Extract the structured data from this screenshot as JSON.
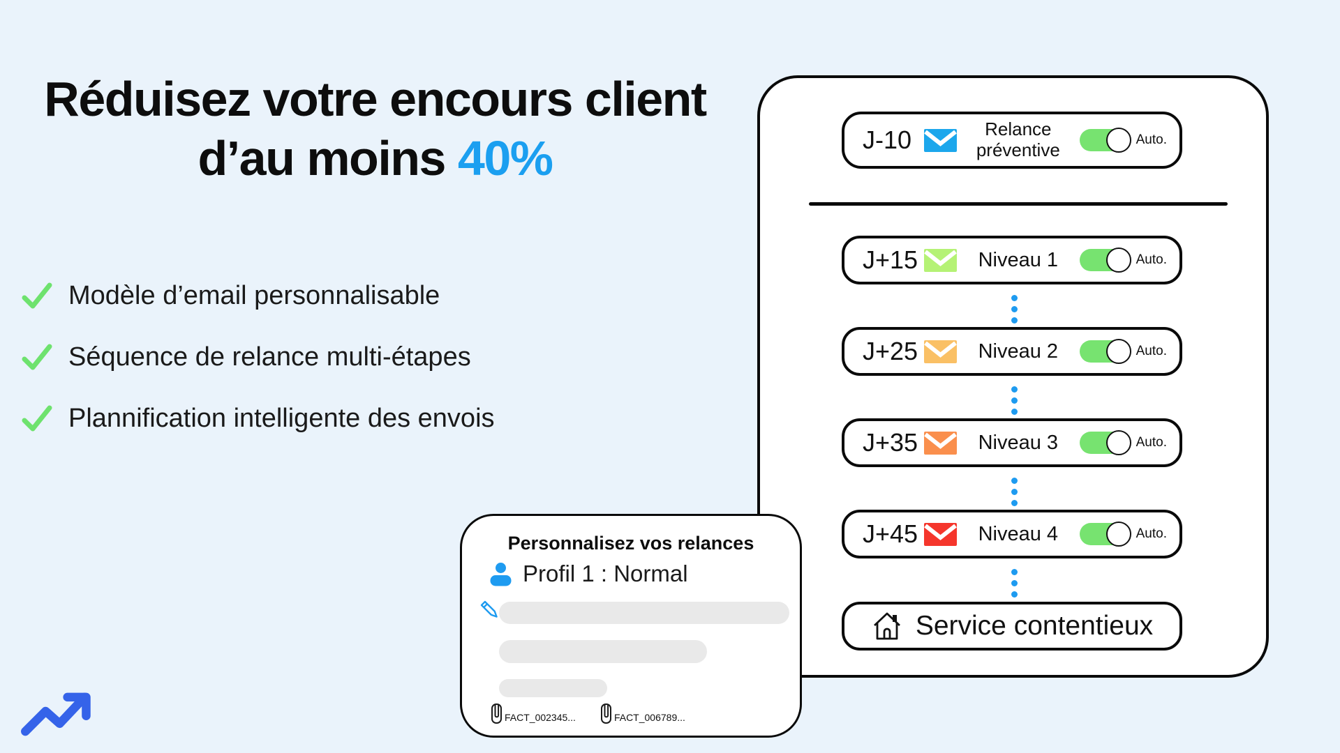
{
  "colors": {
    "background": "#EAF3FB",
    "accent_blue": "#1B9FF0",
    "check_green": "#6EE26E",
    "toggle_green": "#77E370",
    "dot_blue": "#1E9BF0",
    "arrow_blue": "#3563E9",
    "icon_blue": "#1E9BF0",
    "placeholder_gray": "#E9E9E9"
  },
  "headline": {
    "line1": "Réduisez votre encours client",
    "line2_prefix": "d’au moins ",
    "line2_highlight": "40%"
  },
  "features": [
    {
      "label": "Modèle d’email personnalisable"
    },
    {
      "label": "Séquence de relance multi-étapes"
    },
    {
      "label": "Plannification intelligente des envois"
    }
  ],
  "flow_card": {
    "preventive": {
      "day": "J-10",
      "label": "Relance préventive",
      "toggle_label": "Auto.",
      "envelope_color": "#1CA7EC"
    },
    "levels": [
      {
        "day": "J+15",
        "label": "Niveau 1",
        "toggle_label": "Auto.",
        "envelope_color": "#B5F275"
      },
      {
        "day": "J+25",
        "label": "Niveau 2",
        "toggle_label": "Auto.",
        "envelope_color": "#FAC065"
      },
      {
        "day": "J+35",
        "label": "Niveau 3",
        "toggle_label": "Auto.",
        "envelope_color": "#FA8F4D"
      },
      {
        "day": "J+45",
        "label": "Niveau 4",
        "toggle_label": "Auto.",
        "envelope_color": "#F5362C"
      }
    ],
    "final_step": {
      "label": "Service contentieux"
    }
  },
  "customize_card": {
    "title": "Personnalisez vos relances",
    "profile_label": "Profil 1 : Normal",
    "attachments": [
      {
        "label": "FACT_002345..."
      },
      {
        "label": "FACT_006789..."
      }
    ]
  }
}
